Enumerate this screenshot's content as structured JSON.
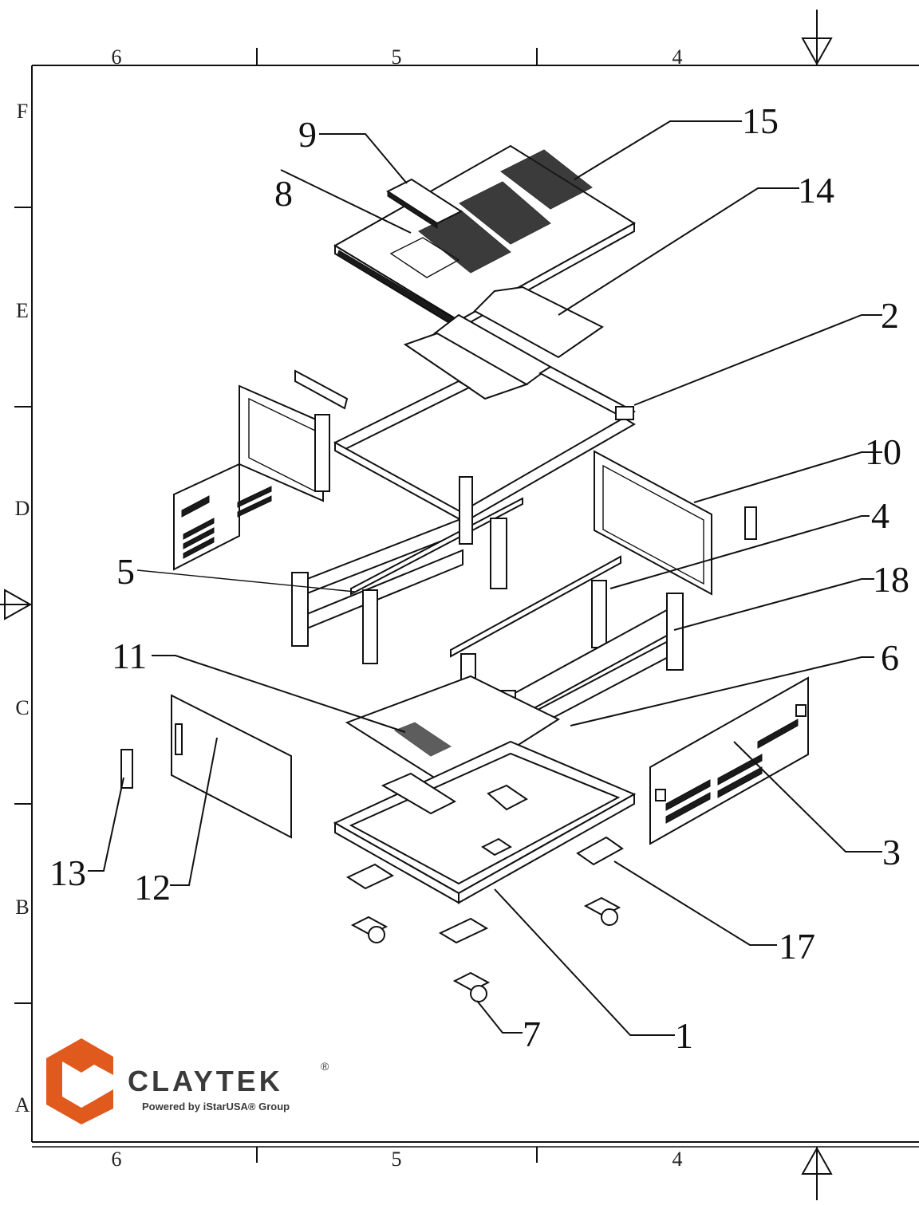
{
  "frame": {
    "top_ruler": [
      "6",
      "5",
      "4"
    ],
    "bottom_ruler": [
      "6",
      "5",
      "4"
    ],
    "side_ruler": [
      "F",
      "E",
      "D",
      "C",
      "B",
      "A"
    ]
  },
  "callouts": [
    {
      "id": "15",
      "label": "15"
    },
    {
      "id": "9",
      "label": "9"
    },
    {
      "id": "8",
      "label": "8"
    },
    {
      "id": "14",
      "label": "14"
    },
    {
      "id": "2",
      "label": "2"
    },
    {
      "id": "10",
      "label": "10"
    },
    {
      "id": "4",
      "label": "4"
    },
    {
      "id": "5",
      "label": "5"
    },
    {
      "id": "18",
      "label": "18"
    },
    {
      "id": "11",
      "label": "11"
    },
    {
      "id": "6",
      "label": "6"
    },
    {
      "id": "3",
      "label": "3"
    },
    {
      "id": "13",
      "label": "13"
    },
    {
      "id": "12",
      "label": "12"
    },
    {
      "id": "17",
      "label": "17"
    },
    {
      "id": "7",
      "label": "7"
    },
    {
      "id": "1",
      "label": "1"
    }
  ],
  "logo": {
    "brand": "CLAYTEK",
    "registered": "®",
    "tagline": "Powered by iStarUSA® Group",
    "brand_color": "#e05a1e",
    "text_color": "#3a3a3a"
  }
}
